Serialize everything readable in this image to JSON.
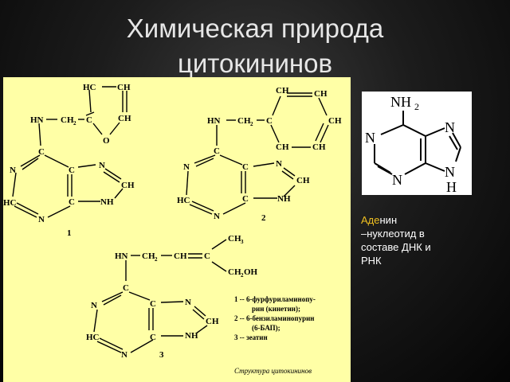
{
  "slide": {
    "title_line1": "Химическая природа",
    "title_line2": "цитокининов"
  },
  "structures": {
    "s1": {
      "furan": [
        "HC",
        "CH",
        "C",
        "CH",
        "O"
      ],
      "linker": [
        "HN",
        "CH",
        "2"
      ],
      "purine": [
        "C",
        "N",
        "C",
        "N",
        "CH",
        "HC",
        "C",
        "NH",
        "N"
      ],
      "number": "1"
    },
    "s2": {
      "benzene": [
        "CH",
        "CH",
        "C",
        "CH",
        "CH",
        "CH"
      ],
      "linker": [
        "HN",
        "CH",
        "2"
      ],
      "purine": [
        "C",
        "N",
        "C",
        "N",
        "CH",
        "HC",
        "C",
        "NH",
        "N"
      ],
      "number": "2"
    },
    "s3": {
      "chain": [
        "HN",
        "CH",
        "2",
        "CH",
        "C",
        "CH",
        "3",
        "CH",
        "2",
        "OH"
      ],
      "purine": [
        "C",
        "N",
        "C",
        "N",
        "CH",
        "HC",
        "C",
        "NH",
        "N"
      ],
      "number": "3"
    }
  },
  "legend": {
    "line1": "1 -- 6-фурфуриламинопу-",
    "line2": "рин (кинетин);",
    "line3": "2 -- 6-бензиламинопурин",
    "line4": "(6-БАП);",
    "line5": "3 -- зеатин",
    "caption": "Структура цитокининов"
  },
  "adenine": {
    "nh2": "NH",
    "nh2_sub": "2",
    "n1": "N",
    "n3": "N",
    "n7": "N",
    "n9": "N",
    "h9": "H"
  },
  "side_text": {
    "accent": "Аде",
    "rest_line1": "нин",
    "line2": "–нуклеотид в",
    "line3": "составе ДНК и",
    "line4": "РНК"
  }
}
